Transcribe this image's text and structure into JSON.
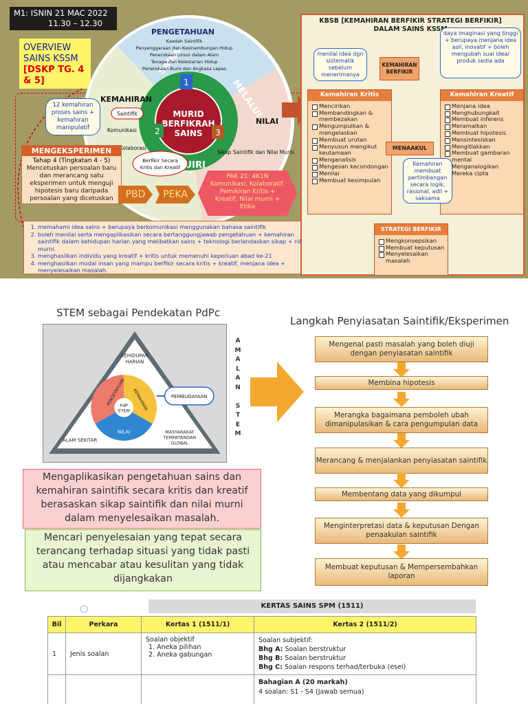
{
  "header": {
    "date_line1": "M1: ISNIN 21 MAC 2022",
    "date_line2": "11.30 – 12.30",
    "overview": "OVERVIEW SAINS KSSM",
    "dskp": "[DSKP TG. 4 & 5]"
  },
  "circle": {
    "pengetahuan_title": "PENGETAHUAN",
    "pengetahuan_items": [
      "Kaedah Saintifik",
      "Penyenggaraan dan Kesinambungan Hidup",
      "Penerokaan Unsur dalam Alam",
      "Tenaga dan Kelestarian Hidup",
      "Penerokaan Bumi dan Angkasa Lepas"
    ],
    "kemahiran_title": "KEMAHIRAN",
    "kemahiran_items": [
      "Saintifik",
      "Komunikasi",
      "Kolaborasi"
    ],
    "nilai_title": "NILAI",
    "nilai_item": "Sikap Saintifik dan Nilai Murni",
    "center_line1": "MURID",
    "center_line2": "BERFIKRAH",
    "center_line3": "SAINS",
    "ring_sains": "SAINS",
    "ring_melalui": "MELALUI",
    "ring_inkuiri": "INKUIRI",
    "num1": "1",
    "num2": "2",
    "num3": "3",
    "berfikir_box": "Berfikir Secara Kritis dan Kreatif"
  },
  "left": {
    "bubble_12": "12 kemahiran proses sains + kemahiran manipulatif",
    "mengeksperimen_title": "MENGEKSPERIMEN",
    "tahap": "Tahap 4 (Tingkatan 4 - 5)",
    "mengeks_body": "Mencetuskan persoalan baru dan merancang satu eksperimen untuk menguji hipotesis baru daripada persoalan yang dicetuskan",
    "pbd": "PBD",
    "peka": "PEKA",
    "pak_title": "PAK 21: 4K1N",
    "pak_body": "Komunikasi, Kolaboratif, Pemikiran Kritis + Kreatif, Nilai murni + Etika",
    "objectives": [
      "memahami idea sains + berupaya berkomunikasi menggunakan bahasa saintifik",
      "boleh menilai serta mengaplikasikan secara bertanggungjawab pengetahuan + kemahiran saintifik dalam kehidupan harian yang melibatkan sains + teknologi berlandaskan sikap + nilai murni.",
      "menghasilkan individu yang kreatif + kritis untuk memenuhi keperluan abad ke-21",
      "menghasilkan modal insan yang mampu berfikir secara kritis + kreatif, menjana idea + menyelesaikan masalah."
    ]
  },
  "kbsb": {
    "title": "KBSB [KEMAHIRAN BERFIKIR STRATEGI BERFIKIR] DALAM SAINS KSSM",
    "bubble_menilai": "menilai idea dgn sistematik sebelum menerimanya",
    "bubble_daya": "daya imaginasi yang tinggi + berupaya menjana idea asli, inovatif + boleh mengubah suai idea/ produk sedia ada",
    "kemahiran_berfikir": "KEMAHIRAN BERFIKIR",
    "kritis_title": "Kemahiran Kritis",
    "kritis_items": [
      "Mencirikan",
      "Membandingkan & membezakan",
      "Mengumpulkan & mengelaskan",
      "Membuat urutan",
      "Menyusun mengikut keutamaan",
      "Menganalisis",
      "Mengesan kecondongan",
      "Menilai",
      "Membuat kesimpulan"
    ],
    "kreatif_title": "Kemahiran Kreatif",
    "kreatif_items": [
      "Menjana idea",
      "Menghubungkait",
      "Membuat inferens",
      "Meramalkan",
      "Membuat hipotesis",
      "Mensintesiskan",
      "Mengitlakkan",
      "Membuat gambaran mental",
      "Menganalogikan",
      "Mereka cipta"
    ],
    "menaakul": "MENAAKUL",
    "bubble_membuat": "Kemahiran membuat pertimbangan secara logik, rasional, adil + saksama",
    "strategi_title": "STRATEGI BERFIKIR",
    "strategi_items": [
      "Mengkonsepsikan",
      "Membuat keputusan",
      "Menyelesaikan masalah"
    ]
  },
  "stem": {
    "title": "STEM sebagai Pendekatan PdPc",
    "kehidupan": "KEHIDUPAN HARIAN",
    "alam": "ALAM SEKITAR",
    "masyarakat": "MASYARAKAT TEMPATANDAN GLOBAL",
    "pengetahuan": "PENGETAHUAN",
    "kemahiran": "KEMAHIRAN",
    "nilai": "NILAI",
    "pdp_stem": "PdP STEM",
    "pembudayaan": "PEMBUDAYAAN",
    "amalan": [
      "A",
      "M",
      "A",
      "L",
      "A",
      "N",
      "",
      "S",
      "T",
      "E",
      "M"
    ],
    "pink_text": "Mengaplikasikan pengetahuan sains dan kemahiran saintifik secara kritis dan kreatif berasaskan sikap saintifik dan nilai murni dalam menyelesaikan masalah.",
    "green_text": "Mencari penyelesaian yang tepat secara terancang terhadap situasi yang tidak pasti atau mencabar atau kesulitan yang tidak dijangkakan"
  },
  "langkah": {
    "title": "Langkah Penyiasatan Saintifik/Eksperimen",
    "steps": [
      "Mengenal pasti masalah yang boleh diuji dengan penyiasatan saintifik",
      "Membina hipotesis",
      "Merangka bagaimana pemboleh ubah dimanipulasikan & cara pengumpulan data",
      "Merancang & menjalankan penyiasatan saintifik",
      "Membentang data yang dikumpul",
      "Menginterpretasi data & keputusan Dengan penaakulan saintifik",
      "Membuat keputusan & Mempersembahkan laporan"
    ]
  },
  "kertas": {
    "title": "KERTAS SAINS SPM (1511)",
    "headers": [
      "Bil",
      "Perkara",
      "Kertas 1 (1511/1)",
      "Kertas 2 (1511/2)"
    ],
    "row1": {
      "bil": "1",
      "perkara": "Jenis soalan",
      "k1_title": "Soalan objektif",
      "k1_items": [
        "1.  Aneka pilihan",
        "2.  Aneka gabungan"
      ],
      "k2_title": "Soalan subjektif:",
      "k2_a_label": "Bhg A:",
      "k2_a": "Soalan berstruktur",
      "k2_b_label": "Bhg B:",
      "k2_b": "Soalan berstruktur",
      "k2_c_label": "Bhg C:",
      "k2_c": "Soalan respons terhad/terbuka (esei)"
    },
    "row2": {
      "k2_title": "Bahagian A (20 markah)",
      "k2_line": "4 soalan:  S1 - S4 (Jawab semua)"
    }
  }
}
